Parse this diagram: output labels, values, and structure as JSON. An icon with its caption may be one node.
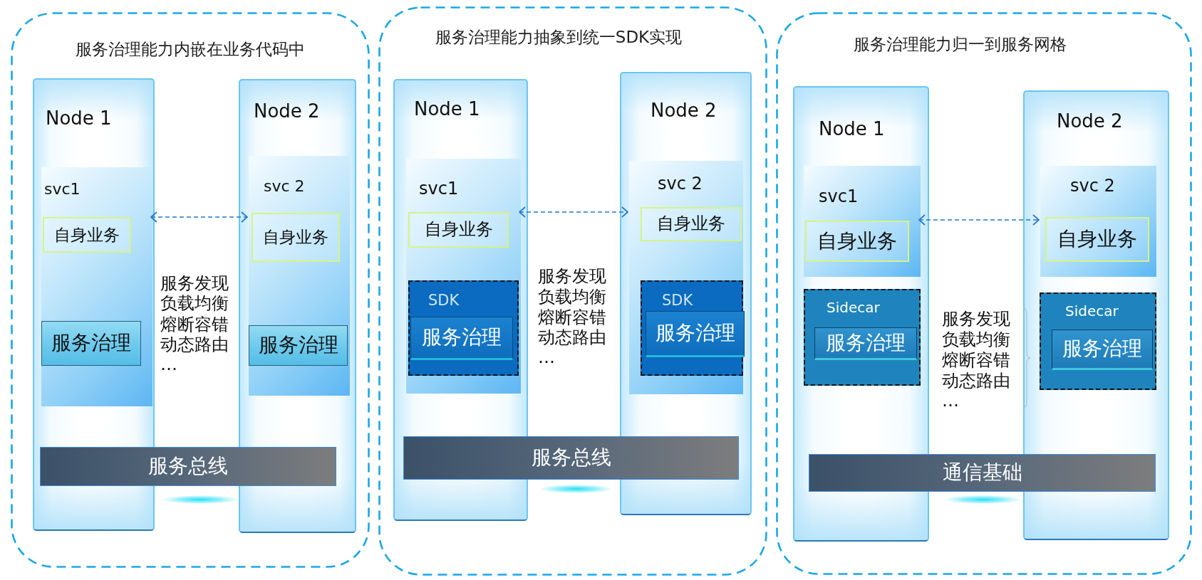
{
  "diagram": {
    "nodes": [
      {
        "text": [
          "服务治理能力内嵌在业务代码中"
        ]
      },
      {
        "text": [
          "Node 1"
        ],
        "in": 0
      },
      {
        "text": [
          "svc1"
        ],
        "in": 1
      },
      {
        "text": [
          "自身业务"
        ],
        "in": 2
      },
      {
        "text": [
          "服务治理"
        ],
        "in": 2
      },
      {
        "text": [
          "Node 2"
        ],
        "in": 0
      },
      {
        "text": [
          "svc 2"
        ],
        "in": 5
      },
      {
        "text": [
          "自身业务"
        ],
        "in": 6
      },
      {
        "text": [
          "服务治理"
        ],
        "in": 6
      },
      {
        "text": [
          "服务总线"
        ],
        "in": 0
      },
      {
        "text": [
          "服务治理能力抽象到统一SDK实现"
        ]
      },
      {
        "text": [
          "Node 1"
        ],
        "in": 10
      },
      {
        "text": [
          "svc1"
        ],
        "in": 11
      },
      {
        "text": [
          "自身业务"
        ],
        "in": 12
      },
      {
        "text": [
          "SDK"
        ],
        "in": 12
      },
      {
        "text": [
          "服务治理"
        ],
        "in": 14
      },
      {
        "text": [
          "Node 2"
        ],
        "in": 10
      },
      {
        "text": [
          "svc 2"
        ],
        "in": 16
      },
      {
        "text": [
          "自身业务"
        ],
        "in": 17
      },
      {
        "text": [
          "SDK"
        ],
        "in": 17
      },
      {
        "text": [
          "服务治理"
        ],
        "in": 19
      },
      {
        "text": [
          "服务总线"
        ],
        "in": 10
      },
      {
        "text": [
          "服务治理能力归一到服务网格"
        ]
      },
      {
        "text": [
          "Node 1"
        ],
        "in": 22
      },
      {
        "text": [
          "svc1"
        ],
        "in": 23
      },
      {
        "text": [
          "自身业务"
        ],
        "in": 24
      },
      {
        "text": [
          "Sidecar"
        ],
        "in": 23
      },
      {
        "text": [
          "服务治理"
        ],
        "in": 26
      },
      {
        "text": [
          "Node 2"
        ],
        "in": 22
      },
      {
        "text": [
          "svc 2"
        ],
        "in": 28
      },
      {
        "text": [
          "自身业务"
        ],
        "in": 29
      },
      {
        "text": [
          "Sidecar"
        ],
        "in": 28
      },
      {
        "text": [
          "服务治理"
        ],
        "in": 31
      },
      {
        "text": [
          "通信基础"
        ],
        "in": 22
      }
    ],
    "edges": [
      {
        "from": 2,
        "to": 6,
        "arrow": "both",
        "style": "dashed"
      },
      {
        "from": 12,
        "to": 17,
        "arrow": "both",
        "style": "dashed"
      },
      {
        "from": 24,
        "to": 29,
        "arrow": "both",
        "style": "dashed"
      }
    ],
    "labels": [
      "服务发现",
      "负载均衡",
      "熔断容错",
      "动态路由",
      "…",
      "服务发现",
      "负载均衡",
      "熔断容错",
      "动态路由",
      "…",
      "服务发现",
      "负载均衡",
      "熔断容错",
      "动态路由",
      "…"
    ]
  }
}
